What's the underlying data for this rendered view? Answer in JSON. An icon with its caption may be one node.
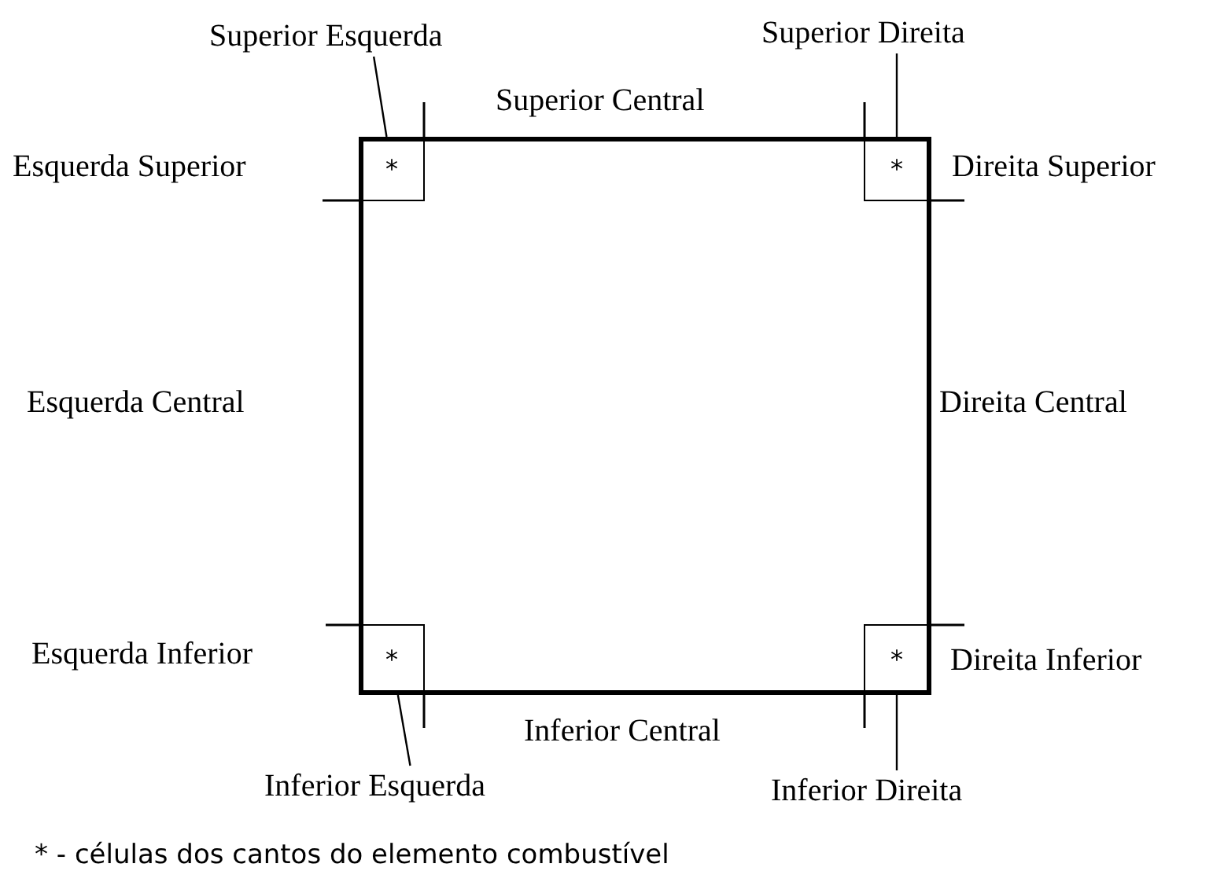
{
  "diagram": {
    "nodes": [
      {
        "text": [],
        "shape": "box"
      },
      {
        "text": [
          "*"
        ],
        "in": 0
      },
      {
        "text": [
          "*"
        ],
        "in": 0
      },
      {
        "text": [
          "*"
        ],
        "in": 0
      },
      {
        "text": [
          "*"
        ],
        "in": 0
      },
      {
        "text": [
          "Superior Esquerda"
        ]
      },
      {
        "text": [
          "Superior Direita"
        ]
      },
      {
        "text": [
          "Inferior Esquerda"
        ]
      },
      {
        "text": [
          "Inferior Direita"
        ]
      }
    ],
    "edges": [
      {
        "from": 5,
        "to": 1,
        "arrow": "none"
      },
      {
        "from": 6,
        "to": 2,
        "arrow": "none"
      },
      {
        "from": 7,
        "to": 3,
        "arrow": "none"
      },
      {
        "from": 8,
        "to": 4,
        "arrow": "none"
      }
    ],
    "labels": [
      "Superior Central",
      "Esquerda Superior",
      "Direita Superior",
      "Esquerda Central",
      "Direita Central",
      "Esquerda Inferior",
      "Direita Inferior",
      "Inferior Central",
      "* - células dos cantos do elemento combustível"
    ]
  }
}
